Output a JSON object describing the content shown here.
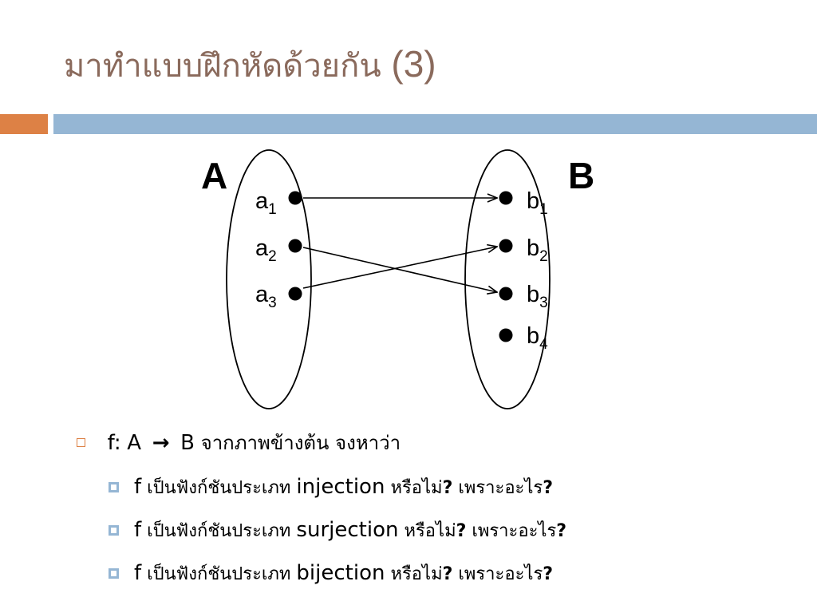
{
  "slide": {
    "title_text": "มาทำแบบฝึกหัดด้วยกัน",
    "title_number": "(3)",
    "accent_color": "#dd8145",
    "bar_color": "#95b6d4",
    "title_color": "#8a6a5c"
  },
  "diagram": {
    "set_a_label": "A",
    "set_b_label": "B",
    "set_a_elements": [
      {
        "base": "a",
        "sub": "1"
      },
      {
        "base": "a",
        "sub": "2"
      },
      {
        "base": "a",
        "sub": "3"
      }
    ],
    "set_b_elements": [
      {
        "base": "b",
        "sub": "1"
      },
      {
        "base": "b",
        "sub": "2"
      },
      {
        "base": "b",
        "sub": "3"
      },
      {
        "base": "b",
        "sub": "4"
      }
    ],
    "mappings": [
      {
        "from": "a1",
        "to": "b1"
      },
      {
        "from": "a2",
        "to": "b3"
      },
      {
        "from": "a3",
        "to": "b2"
      }
    ]
  },
  "bullets": {
    "main": {
      "fn": "f:",
      "domain": "A",
      "arrow": "→",
      "codomain": "B",
      "text": "จากภาพข้างต้น จงหาว่า"
    },
    "items": [
      {
        "f": "f",
        "prefix": "เป็นฟังก์ชันประเภท",
        "type": "injection",
        "question": "หรือไม่",
        "qmark": "?",
        "reason": "เพราะอะไร",
        "qmark2": "?"
      },
      {
        "f": "f",
        "prefix": "เป็นฟังก์ชันประเภท",
        "type": "surjection",
        "question": "หรือไม่",
        "qmark": "?",
        "reason": "เพราะอะไร",
        "qmark2": "?"
      },
      {
        "f": "f",
        "prefix": "เป็นฟังก์ชันประเภท",
        "type": "bijection",
        "question": "หรือไม่",
        "qmark": "?",
        "reason": "เพราะอะไร",
        "qmark2": "?"
      }
    ]
  }
}
